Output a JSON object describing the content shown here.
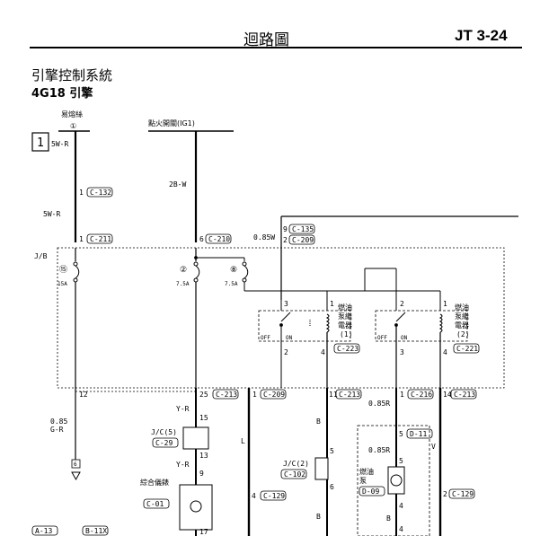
{
  "header": {
    "title": "迴路圖",
    "page": "JT 3-24"
  },
  "system": {
    "title": "引擎控制系統",
    "subtitle": "4G18 引擎"
  },
  "diagram": {
    "fusible_link": "易熔絲",
    "fusible_num": "①",
    "ignition": "點火開關(IG1)",
    "ref_box": "1",
    "wire_5wr_a": "5W-R",
    "wire_5wr_b": "5W-R",
    "wire_2bw": "2B-W",
    "wire_085w": "0.85W",
    "wire_yr_a": "Y-R",
    "wire_yr_b": "Y-R",
    "wire_085gr_1": "0.85",
    "wire_085gr_2": "G-R",
    "wire_l": "L",
    "wire_b_1": "B",
    "wire_b_2": "B",
    "wire_b_3": "B",
    "wire_085r_a": "0.85R",
    "wire_085r_b": "0.85R",
    "wire_v": "V",
    "jb": "J/B",
    "fuse15": "⑮",
    "fuse15_a": "15A",
    "fuse2": "②",
    "fuse2_a": "7.5A",
    "fuse8": "⑧",
    "fuse8_a": "7.5A",
    "pin_1": "1",
    "conn_c132": "C-132",
    "pin_1b": "1",
    "conn_c211": "C-211",
    "pin_6": "6",
    "conn_c210": "C-210",
    "pin_9": "9",
    "conn_c135": "C-135",
    "pin_2": "2",
    "conn_c209": "C-209",
    "relay1_t3": "3",
    "relay1_t1": "1",
    "relay1_t2": "2",
    "relay1_t4": "4",
    "relay2_t2": "2",
    "relay2_t1": "1",
    "relay2_t3": "3",
    "relay2_t4": "4",
    "off1": "OFF",
    "on1": "ON",
    "off2": "OFF",
    "on2": "ON",
    "relay1_name_1": "燃油",
    "relay1_name_2": "泵繼",
    "relay1_name_3": "電器",
    "relay1_name_4": "(1)",
    "relay1_conn": "C-223",
    "relay2_name_1": "燃油",
    "relay2_name_2": "泵繼",
    "relay2_name_3": "電器",
    "relay2_name_4": "(2)",
    "relay2_conn": "C-221",
    "pin_12": "12",
    "pin_25": "25",
    "conn_c213_a": "C-213",
    "pin_1c": "1",
    "conn_c209_b": "C-209",
    "pin_11": "11",
    "conn_c213_b": "C-213",
    "pin_1d": "1",
    "conn_c216": "C-216",
    "pin_14": "14",
    "conn_c213_c": "C-213",
    "pin_15": "15",
    "jc5": "J/C(5)",
    "conn_c29": "C-29",
    "pin_13": "13",
    "pin_9b": "9",
    "meter": "綜合儀錶",
    "conn_c01": "C-01",
    "pin_17": "17",
    "ground_6": "6",
    "pin_4": "4",
    "conn_c129_a": "C-129",
    "pin_5": "5",
    "jc2": "J/C(2)",
    "conn_c102": "C-102",
    "pin_6b": "6",
    "pin_5b": "5",
    "conn_d11": "D-11",
    "pin_5c": "5",
    "pump_1": "燃油",
    "pump_2": "泵",
    "conn_d09": "D-09",
    "pin_4b": "4",
    "pin_4c": "4",
    "pin_2b": "2",
    "conn_c129_b": "C-129",
    "foot_a13": "A-13",
    "foot_b11x": "B-11X"
  }
}
